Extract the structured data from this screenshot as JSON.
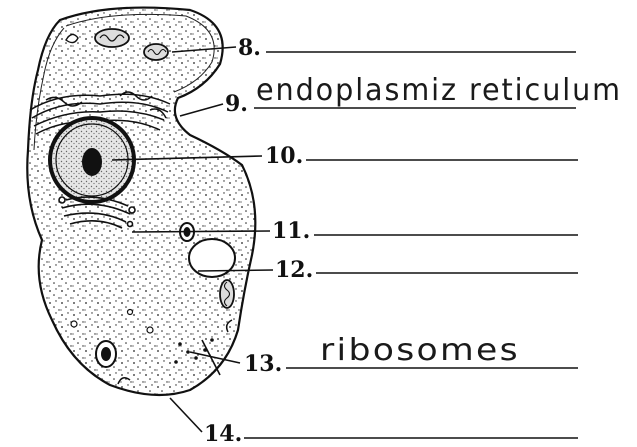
{
  "worksheet": {
    "labels": [
      {
        "number": "8.",
        "answer": ""
      },
      {
        "number": "9.",
        "answer": "endoplasmiz reticulum"
      },
      {
        "number": "10.",
        "answer": ""
      },
      {
        "number": "11.",
        "answer": ""
      },
      {
        "number": "12.",
        "answer": ""
      },
      {
        "number": "13.",
        "answer": "ribosomes"
      },
      {
        "number": "14.",
        "answer": ""
      }
    ]
  }
}
